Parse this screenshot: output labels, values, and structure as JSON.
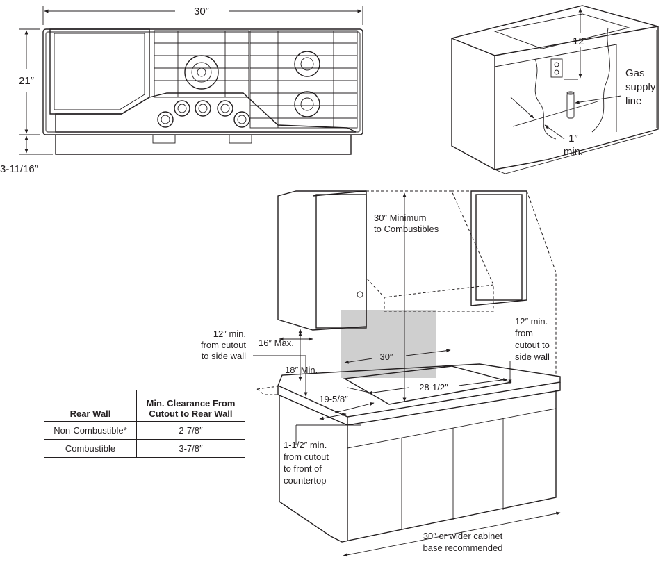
{
  "cooktop": {
    "width_label": "30″",
    "depth_label": "21″",
    "height_label": "3-11/16″"
  },
  "gas_cabinet": {
    "outlet_height_label": "12″",
    "gas_label_1": "Gas",
    "gas_label_2": "supply",
    "gas_label_3": "line",
    "min_label_1": "1″",
    "min_label_2": "min."
  },
  "installation": {
    "combustibles_1": "30″ Minimum",
    "combustibles_2": "to Combustibles",
    "left_side_1": "12″ min.",
    "left_side_2": "from cutout",
    "left_side_3": "to side wall",
    "right_side_1": "12″ min.",
    "right_side_2": "from",
    "right_side_3": "cutout to",
    "right_side_4": "side wall",
    "max_depth": "16″ Max.",
    "min_height": "18″ Min.",
    "cutout_width": "30″",
    "cutout_inner_width": "28-1/2″",
    "cutout_depth": "19-5/8″",
    "front_1": "1-1/2″ min.",
    "front_2": "from cutout",
    "front_3": "to front of",
    "front_4": "countertop",
    "base_1": "30″ or wider cabinet",
    "base_2": "base recommended"
  },
  "clearance_table": {
    "headers": [
      "Rear Wall",
      "Min. Clearance From Cutout to Rear Wall"
    ],
    "header_line1": "Min. Clearance From",
    "header_line2": "Cutout to Rear Wall",
    "rows": [
      [
        "Non-Combustible*",
        "2-7/8″"
      ],
      [
        "Combustible",
        "3-7/8″"
      ]
    ]
  }
}
